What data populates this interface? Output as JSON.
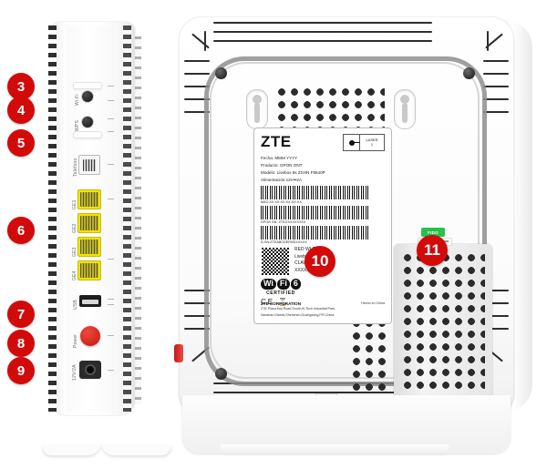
{
  "page": {
    "title": "ZTE Livebox 6s router — side and rear views with numbered callouts"
  },
  "side_device": {
    "name": "Router side panel",
    "ports": [
      {
        "id": "wifi",
        "label": "Wi-Fi",
        "type": "button"
      },
      {
        "id": "wps",
        "label": "WPS",
        "type": "button"
      },
      {
        "id": "phone",
        "label": "Teléfono",
        "type": "rj11"
      },
      {
        "id": "ge1",
        "label": "GE1",
        "type": "lan"
      },
      {
        "id": "ge2",
        "label": "GE2",
        "type": "lan"
      },
      {
        "id": "ge3",
        "label": "GE3",
        "type": "lan"
      },
      {
        "id": "ge4",
        "label": "GE4",
        "type": "lan"
      },
      {
        "id": "usb",
        "label": "USB",
        "type": "usb"
      },
      {
        "id": "power",
        "label": "Power",
        "type": "power-button"
      },
      {
        "id": "dc",
        "label": "12V/2A",
        "type": "dc-jack"
      }
    ]
  },
  "callouts": [
    {
      "n": "3"
    },
    {
      "n": "4"
    },
    {
      "n": "5"
    },
    {
      "n": "6"
    },
    {
      "n": "7"
    },
    {
      "n": "8"
    },
    {
      "n": "9"
    },
    {
      "n": "10"
    },
    {
      "n": "11"
    }
  ],
  "label": {
    "brand": "ZTE",
    "laser": {
      "line1": "LASER",
      "line2": "1"
    },
    "specs": [
      "Fecha: MMM YYYY",
      "Producto: GPON ONT",
      "Modelo: Livebox 6s ZXHN F6640P",
      "Alimentación:12V⎓2A"
    ],
    "barcodes": [
      {
        "caption": "MAC:XX:XX:XX:XX:XX:XX"
      },
      {
        "caption": "GPON SN: ZTEGXXXXXXXX"
      },
      {
        "caption": "D-SN:ZTEABCDEFMDXXXXX"
      }
    ],
    "wifi": {
      "ssid_label": "RED WI-FI:",
      "ssid_value": "Livebox6s XXXX",
      "key_label": "CLAVE Wi-Fi:",
      "key_value": "XXXXXXXXXXXX"
    },
    "certification": {
      "wifi_logo": [
        "Wi",
        "Fi",
        "6"
      ],
      "certified": "CERTIFIED",
      "marks": "CE ⌛"
    },
    "company": {
      "name": "ZTE CORPORATION",
      "made_in": "Hecho en China",
      "address_line1": "ZTE Plaza,Keji Road South,Hi-Tech Industrial Park,",
      "address_line2": "Nanshan District,Shenzhen,Guangdong,P.R.China"
    }
  },
  "stickers": {
    "fido": "FIDO"
  },
  "colors": {
    "badge_red": "#d30a0a",
    "lan_yellow": "#f2e400",
    "power_red": "#c3150e",
    "sticker_green": "#24c24a"
  }
}
